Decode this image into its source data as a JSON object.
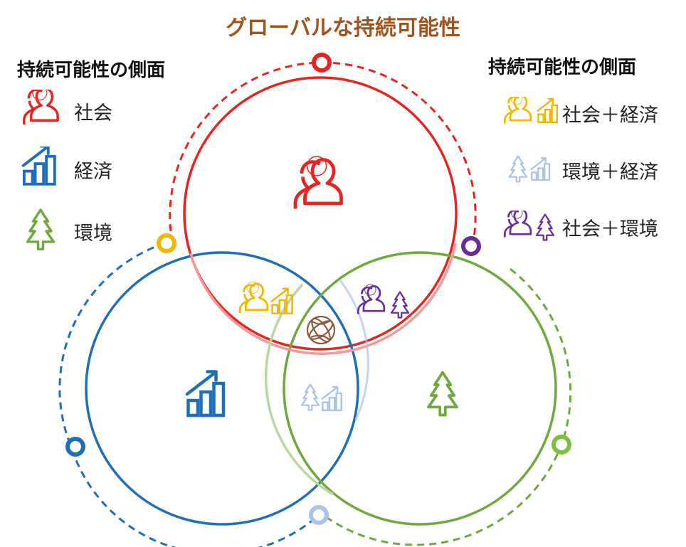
{
  "title": "グローバルな持続可能性",
  "legend_left": {
    "title": "持続可能性の側面",
    "items": [
      {
        "label": "社会",
        "icon": "people-icon",
        "color": "#e52521"
      },
      {
        "label": "経済",
        "icon": "growth-chart-icon",
        "color": "#1f6fb8"
      },
      {
        "label": "環境",
        "icon": "tree-icon",
        "color": "#6fa83d"
      }
    ]
  },
  "legend_right": {
    "title": "持続可能性の側面",
    "items": [
      {
        "label": "社会＋経済",
        "icons": [
          "people-icon",
          "growth-chart-icon"
        ],
        "color": "#f2b705"
      },
      {
        "label": "環境＋経済",
        "icons": [
          "tree-icon",
          "growth-chart-icon"
        ],
        "color": "#a9c5e6"
      },
      {
        "label": "社会＋環境",
        "icons": [
          "people-icon",
          "tree-icon"
        ],
        "color": "#6b2d99"
      }
    ]
  },
  "colors": {
    "social": "#e52521",
    "economic": "#1f6fb8",
    "environment": "#6fa83d",
    "social_economic": "#f2b705",
    "environment_economic": "#a9c5e6",
    "social_environment": "#6b2d99",
    "center": "#8b5a3c",
    "title": "#a0541c"
  }
}
